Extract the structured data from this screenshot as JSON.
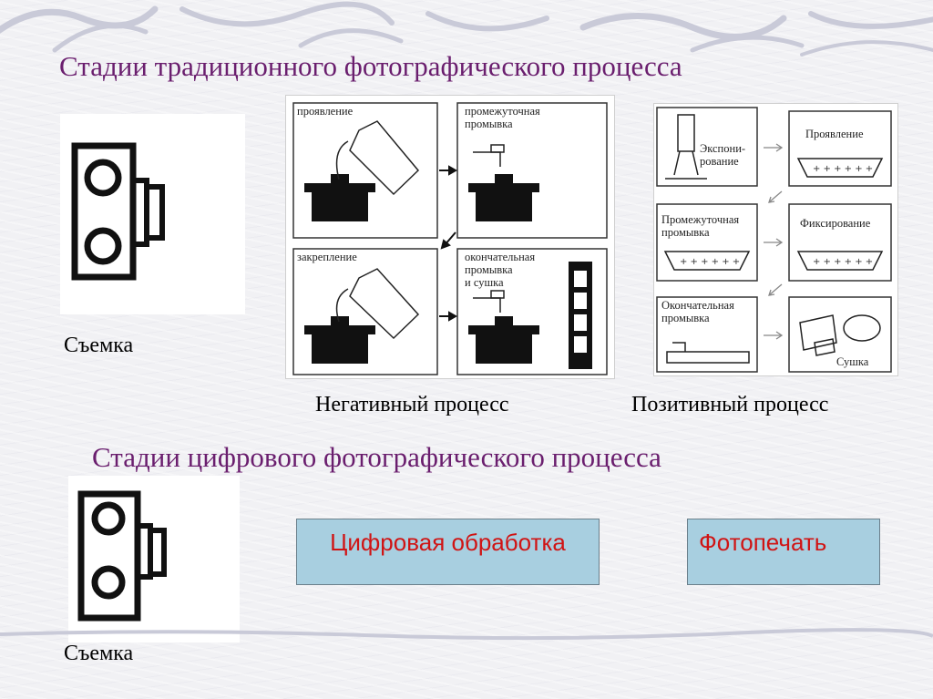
{
  "titles": {
    "traditional": "Стадии традиционного фотографического процесса",
    "digital": "Стадии цифрового фотографического процесса"
  },
  "shooting": {
    "top_label": "Съемка",
    "bottom_label": "Съемка"
  },
  "negative_process": {
    "caption": "Негативный процесс",
    "steps": [
      "проявление",
      "промежуточная\nпромывка",
      "закрепление",
      "окончательная\nпромывка\nи сушка"
    ]
  },
  "positive_process": {
    "caption": "Позитивный процесс",
    "steps": [
      "Экспони-\nрование",
      "Проявление",
      "Промежуточная\nпромывка",
      "Фиксирование",
      "Окончательная\nпромывка",
      "Сушка"
    ]
  },
  "digital_stages": {
    "processing": "Цифровая обработка",
    "printing": "Фотопечать"
  },
  "colors": {
    "title": "#6a1e6e",
    "stage_box_fill": "#a8cfe0",
    "stage_text": "#d01414"
  }
}
